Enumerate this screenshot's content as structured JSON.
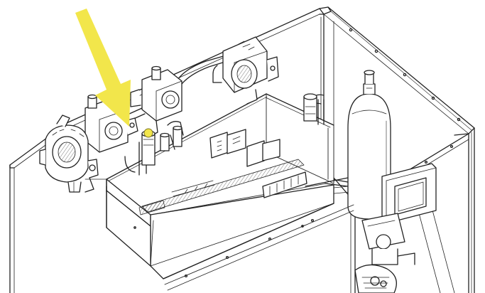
{
  "diagram": {
    "line_color": "#222222",
    "background_color": "#ffffff",
    "shadow_color": "#e9e9e9",
    "panel_fill": "#f7f7f7",
    "highlight": {
      "arrow_color": "#f2e64b",
      "target_color": "#f2e64b",
      "target_description_icon": "arrow-pointer-icon"
    },
    "components": [
      {
        "name": "pump-left",
        "icon": "circulation-pump-icon"
      },
      {
        "name": "pump-middle",
        "icon": "circulation-pump-icon"
      },
      {
        "name": "pump-top",
        "icon": "circulation-pump-icon"
      },
      {
        "name": "expansion-vessel",
        "icon": "gas-cylinder-icon"
      },
      {
        "name": "control-box",
        "icon": "electrical-cabinet-icon"
      },
      {
        "name": "display-panel",
        "icon": "display-screen-icon"
      },
      {
        "name": "valve-bottom-right",
        "icon": "valve-icon"
      }
    ]
  }
}
